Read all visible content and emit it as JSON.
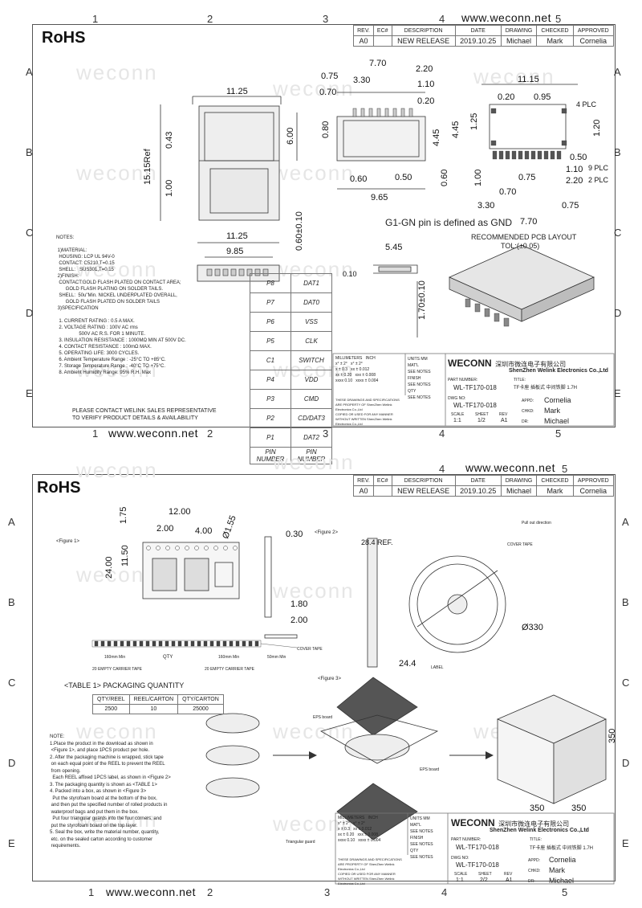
{
  "website": "www.weconn.net",
  "rohs": "RoHS",
  "watermark": "weconn",
  "zones_col": [
    "1",
    "2",
    "3",
    "4",
    "5"
  ],
  "zones_row": [
    "A",
    "B",
    "C",
    "D",
    "E"
  ],
  "rev_table": {
    "headers": [
      "REV.",
      "EC#",
      "DESCRIPTION",
      "DATE",
      "DRAWING",
      "CHECKED",
      "APPROVED"
    ],
    "row": [
      "A0",
      "",
      "NEW RELEASE",
      "2019.10.25",
      "Michael",
      "Mark",
      "Cornelia"
    ]
  },
  "sheet1": {
    "dims": {
      "d1125a": "11.25",
      "d600": "6.00",
      "d043": "0.43",
      "d100a": "1.00",
      "d1515": "15.15Ref",
      "d770a": "7.70",
      "d220a": "2.20",
      "d075a": "0.75",
      "d330a": "3.30",
      "d110a": "1.10",
      "d070a": "0.70",
      "d020a": "0.20",
      "d080": "0.80",
      "d445a": "4.45",
      "d060a": "0.60",
      "d050a": "0.50",
      "d060b": "0.60",
      "d965": "9.65",
      "d1115": "11.15",
      "d020b": "0.20",
      "d095": "0.95",
      "d4plc": "4 PLC",
      "d445b": "4.45",
      "d125": "1.25",
      "d120": "1.20",
      "d050b": "0.50",
      "d110b": "1.10",
      "d9plc": "9 PLC",
      "d100b": "1.00",
      "d075b": "0.75",
      "d220b": "2.20",
      "d2plc": "2 PLC",
      "d070b": "0.70",
      "d330b": "3.30",
      "d770b": "7.70",
      "d075c": "0.75",
      "d1125b": "11.25",
      "d985": "9.85",
      "d060c": "0.60±0.10",
      "d545": "5.45",
      "d010": "0.10",
      "d170": "1.70±0.10"
    },
    "gnd_note": "G1-GN pin is defined as GND",
    "pcb_title": "RECOMMENDED PCB LAYOUT",
    "tol": "TOL:(±0.05)",
    "notes": "NOTES:\n\n 1)MATERIAL:\n  HOUSING: LCP UL 94V-0\n  CONTACT: C5210,T=0.15\n  SHELL:   SUS301,T=0.15\n 2)FINISH:\n  CONTACT:GOLD FLASH PLATED ON CONTACT AREA;\n       GOLD FLASH PLATING ON SOLDER TAILS.\n  SHELL:  50u\"Min. NICKEL UNDERPLATED OVERALL,\n       GOLD FLASH PLATED ON SOLDER TAILS\n 3)SPECIFICATION\n\n  1. CURRENT RATING : 0.5 A MAX.\n  2. VOLTAGE RATING : 100V AC rms\n                 500V AC R.S. FOR 1 MINUTE.\n  3. INSULATION RESISTANCE : 1000MΩ MIN AT 500V DC.\n  4. CONTACT RESISTANCE : 100mΩ MAX.\n  5. OPERATING LIFE: 3000 CYCLES.\n  6. Ambient Temperature Range : -25°C TO +85°C.\n  7. Storage Temperature Range : -40°C TO +75°C.\n  8. Ambient Humidity Range: 95% R.H. Max",
    "contact_note": "PLEASE CONTACT WELINK SALES REPRESENTATIVE\nTO VERIFY PRODUCT DETAILS & AVAILABILITY",
    "pins": [
      [
        "P8",
        "DAT1"
      ],
      [
        "P7",
        "DAT0"
      ],
      [
        "P6",
        "VSS"
      ],
      [
        "P5",
        "CLK"
      ],
      [
        "C1",
        "SWITCH"
      ],
      [
        "P4",
        "VDD"
      ],
      [
        "P3",
        "CMD"
      ],
      [
        "P2",
        "CD/DAT3"
      ],
      [
        "P1",
        "DAT2"
      ],
      [
        "PIN NUMBER",
        "PIN NUMBER"
      ]
    ],
    "sheet_no": "1/2"
  },
  "title_block": {
    "company_cn": "深圳市微连电子有限公司",
    "company_en": "ShenZhen Welink Electronics Co.,Ltd",
    "logo": "WECONN",
    "tolerance_rows": [
      [
        "MILLIMETERS",
        "INCH"
      ],
      [
        "x° ± 2°",
        "x° ± 2°"
      ],
      [
        "x ± 0.3",
        "xx ± 0.012"
      ],
      [
        "xx ± 0.20",
        "xxx ± 0.008"
      ],
      [
        "xxxx 0.10",
        "xxxx ± 0.004"
      ]
    ],
    "labels": {
      "units": "UNITS",
      "mm": "MM",
      "matl": "MAT'L",
      "see_notes": "SEE NOTES",
      "finish": "FINISH",
      "qty": "QTY",
      "part_number": "PART NUMBER:",
      "title": "TITLE:",
      "dwg_no": "DWG NO:",
      "scale": "SCALE",
      "sheet": "SHEET",
      "rev": "REV",
      "appd": "APPD:",
      "chkd": "CHKD:",
      "dr": "DR:"
    },
    "part_number": "WL-TF170-018",
    "title": "TF卡座 插板式 中间铁脚 1.7H",
    "dwg_no": "WL-TF170-018",
    "scale": "1:1",
    "rev": "A1",
    "appd": "Cornelia",
    "chkd": "Mark",
    "dr": "Michael",
    "disclaimer": "THESE DRAWINGS AND SPECIFICATIONS ARE PROPERTY OF ShenZhen Welink Electronics Co.,Ltd\nCOPIED OR USED FOR ANY MANNER WITHOUT WRITTEN ShenZhen Welink Electronics Co.,Ltd"
  },
  "sheet2": {
    "dims": {
      "d1200": "12.00",
      "d175": "1.75",
      "d200a": "2.00",
      "d400": "4.00",
      "d155": "Ø1.55",
      "d2400": "24.00",
      "d1150": "11.50",
      "d030": "0.30",
      "d180": "1.80",
      "d200b": "2.00",
      "d284": "28.4 REF.",
      "d244": "24.4",
      "d330": "Ø330",
      "d350a": "350",
      "d350b": "350",
      "d350c": "350"
    },
    "fig1": "<Figure 1>",
    "fig2": "<Figure 2>",
    "fig3": "<Figure 3>",
    "tape_labels": [
      "160mm Min",
      "QTY",
      "160mm Min",
      "50mm Min"
    ],
    "cover_tape": "COVER TAPE",
    "empty_left": "20 EMPTY CARRIER TAPE",
    "empty_right": "20 EMPTY CARRIER TAPE",
    "pull_out": "Pull out direction",
    "label": "LABEL",
    "eps1": "EPS board",
    "eps2": "EPS board",
    "triangular": "Triangular guard",
    "table_title": "<TABLE 1> PACKAGING QUANTITY",
    "pack_headers": [
      "QTY/REEL",
      "REEL/CARTON",
      "QTY/CARTON"
    ],
    "pack_values": [
      "2500",
      "10",
      "25000"
    ],
    "notes": "NOTE:\n1.Place the product in the download as shown in\n <Figure 1>, and place 1PCS product per hole.\n2. After the packaging machine is wrapped, stick tape\n on each equal point of the REEL to prevent the REEL\n from opening.\n  Each REEL affixed 1PCS label, as shown in <Figure 2>\n3. The packaging quantity is shown as <TABLE 1>\n4. Packed into a box, as shown in <Figure 3>\n  Put the styrofoam board at the bottom of the box,\n and then put the specified number of rolled products in\n waterproof bags and put them in the box.\n  Put four triangular guards into the four corners, and\n put the styrofoam board on the top layer.\n5. Seal the box, write the material number, quantity,\n etc. on the sealed carton according to customer\n requirements.",
    "sheet_no": "2/2"
  }
}
